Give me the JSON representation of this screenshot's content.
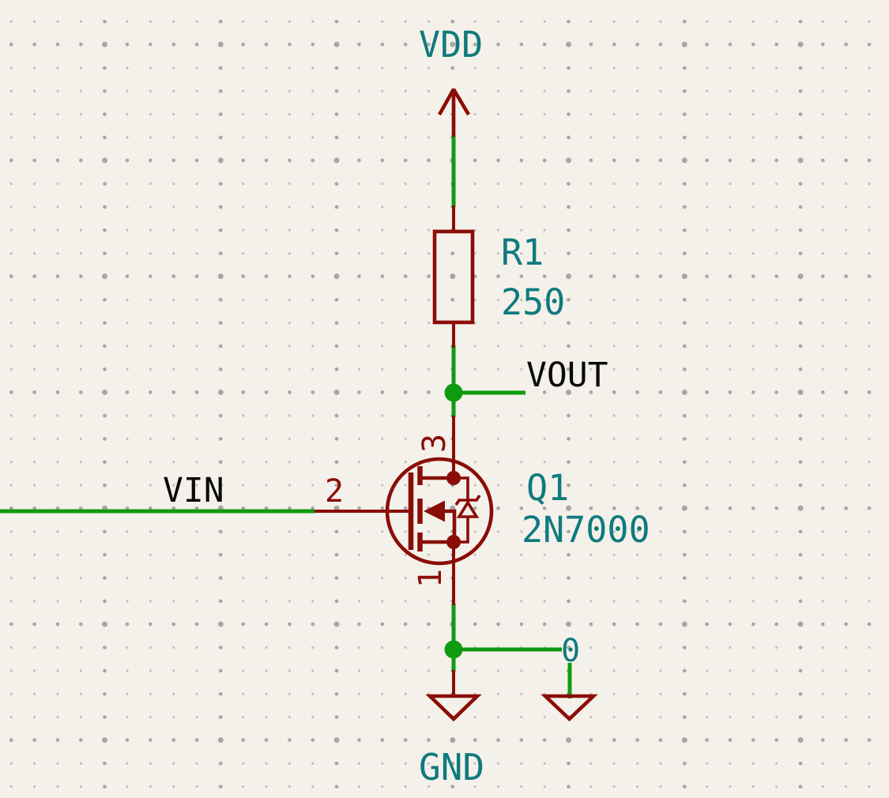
{
  "colors": {
    "background": "#F4F1EA",
    "grid-dot": "#BEBEBE",
    "grid-major": "#A6A6A6",
    "wire": "#0F9B0F",
    "symbol": "#8A0D07",
    "field": "#0F7A7E",
    "label": "#0A0A0A"
  },
  "power_symbols": {
    "vdd": {
      "label": "VDD"
    },
    "gnd": {
      "label": "GND"
    },
    "zero": {
      "label": "0"
    }
  },
  "components": {
    "r1": {
      "reference": "R1",
      "value": "250"
    },
    "q1": {
      "reference": "Q1",
      "value": "2N7000",
      "pin_numbers": {
        "drain": "3",
        "gate": "2",
        "source": "1"
      }
    }
  },
  "net_labels": {
    "vin": "VIN",
    "vout": "VOUT"
  }
}
